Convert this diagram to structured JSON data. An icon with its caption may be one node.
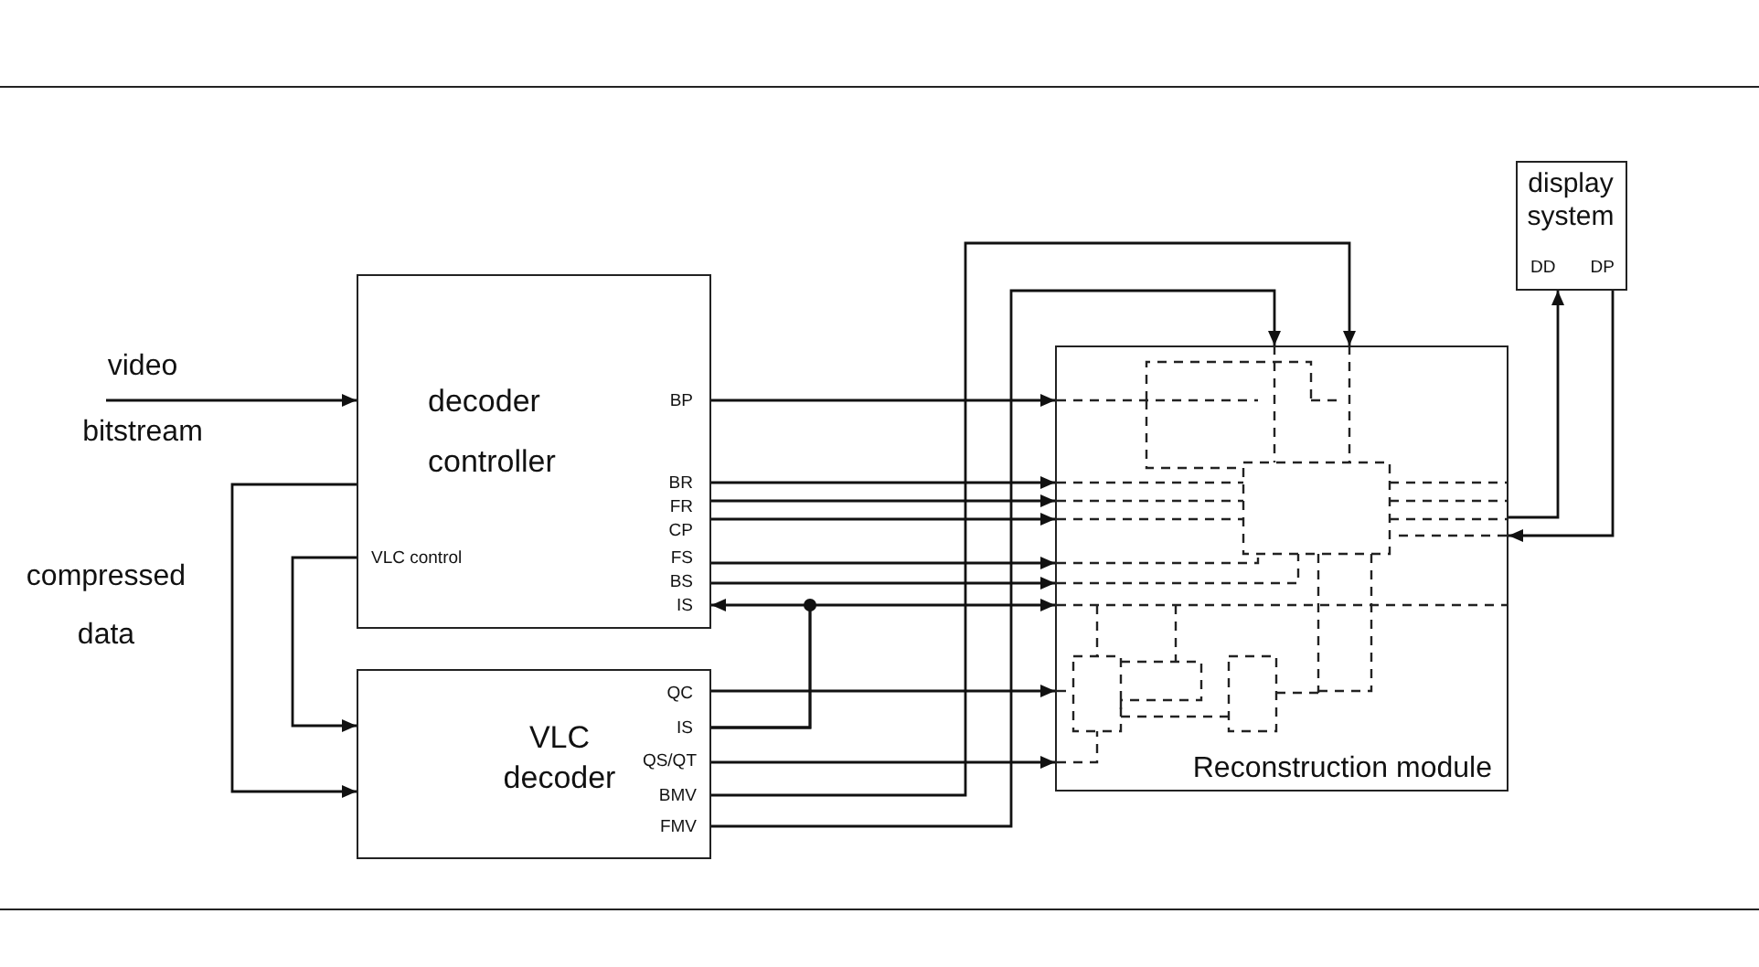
{
  "diagram": {
    "nodes": [
      {
        "text": [
          "decoder controller",
          "VLC control",
          "BP",
          "BR",
          "FR",
          "CP",
          "FS",
          "BS",
          "IS"
        ]
      },
      {
        "text": [
          "VLC decoder",
          "QC",
          "IS",
          "QS/QT",
          "BMV",
          "FMV"
        ]
      },
      {
        "text": [
          "Reconstruction module"
        ]
      },
      {
        "text": [
          "display system",
          "DD",
          "DP"
        ]
      }
    ],
    "edges": [
      {
        "from": null,
        "to": 0,
        "arrow": "to",
        "label": "video bitstream"
      },
      {
        "from": 0,
        "to": 2,
        "arrow": "to"
      },
      {
        "from": 0,
        "to": 2,
        "arrow": "to"
      },
      {
        "from": 0,
        "to": 2,
        "arrow": "to"
      },
      {
        "from": 0,
        "to": 2,
        "arrow": "to"
      },
      {
        "from": 0,
        "to": 2,
        "arrow": "to"
      },
      {
        "from": 0,
        "to": 2,
        "arrow": "to"
      },
      {
        "from": 1,
        "to": 0,
        "arrow": "to"
      },
      {
        "from": 1,
        "to": 2,
        "arrow": "to"
      },
      {
        "from": 0,
        "to": 1,
        "arrow": "to"
      },
      {
        "from": 0,
        "to": 1,
        "arrow": "to"
      },
      {
        "from": 1,
        "to": 2,
        "arrow": "to"
      },
      {
        "from": 1,
        "to": 2,
        "arrow": "to"
      },
      {
        "from": 1,
        "to": 2,
        "arrow": "to"
      },
      {
        "from": 1,
        "to": 2,
        "arrow": "to"
      },
      {
        "from": 2,
        "to": 3,
        "arrow": "to"
      },
      {
        "from": 3,
        "to": 2,
        "arrow": "to"
      }
    ],
    "labels": [
      "compressed data"
    ]
  }
}
